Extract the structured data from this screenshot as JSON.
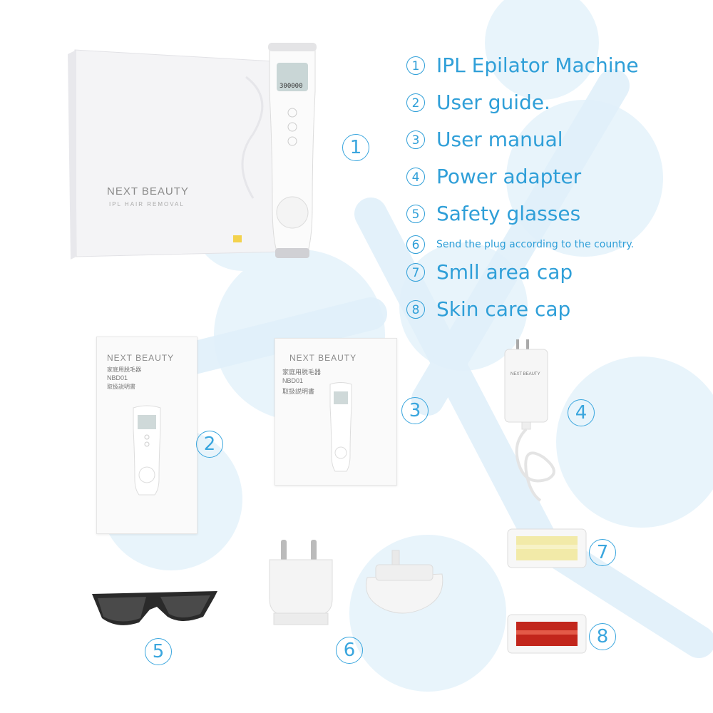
{
  "items": [
    {
      "num": "1",
      "label": "IPL Epilator Machine"
    },
    {
      "num": "2",
      "label": "User guide."
    },
    {
      "num": "3",
      "label": "User manual"
    },
    {
      "num": "4",
      "label": "Power adapter"
    },
    {
      "num": "5",
      "label": "Safety glasses"
    },
    {
      "num": "6",
      "label": "Send the plug according to the country."
    },
    {
      "num": "7",
      "label": "Smll area cap"
    },
    {
      "num": "8",
      "label": "Skin care cap"
    }
  ],
  "box": {
    "brand": "NEXT BEAUTY",
    "subtitle": "IPL HAIR REMOVAL"
  },
  "device": {
    "counter": "300000"
  },
  "guide": {
    "brand": "NEXT BEAUTY",
    "line1": "家庭用脱毛器",
    "line2": "NBD01",
    "line3": "取扱説明書"
  },
  "manual": {
    "brand": "NEXT BEAUTY",
    "line1": "家庭用脱毛器",
    "line2": "NBD01",
    "line3": "取扱説明書"
  },
  "adapter": {
    "brand": "NEXT BEAUTY"
  },
  "markers": [
    "1",
    "2",
    "3",
    "4",
    "5",
    "6",
    "7",
    "8"
  ],
  "colors": {
    "accent": "#2f9fd8",
    "watermark": "#e3f1fa"
  }
}
